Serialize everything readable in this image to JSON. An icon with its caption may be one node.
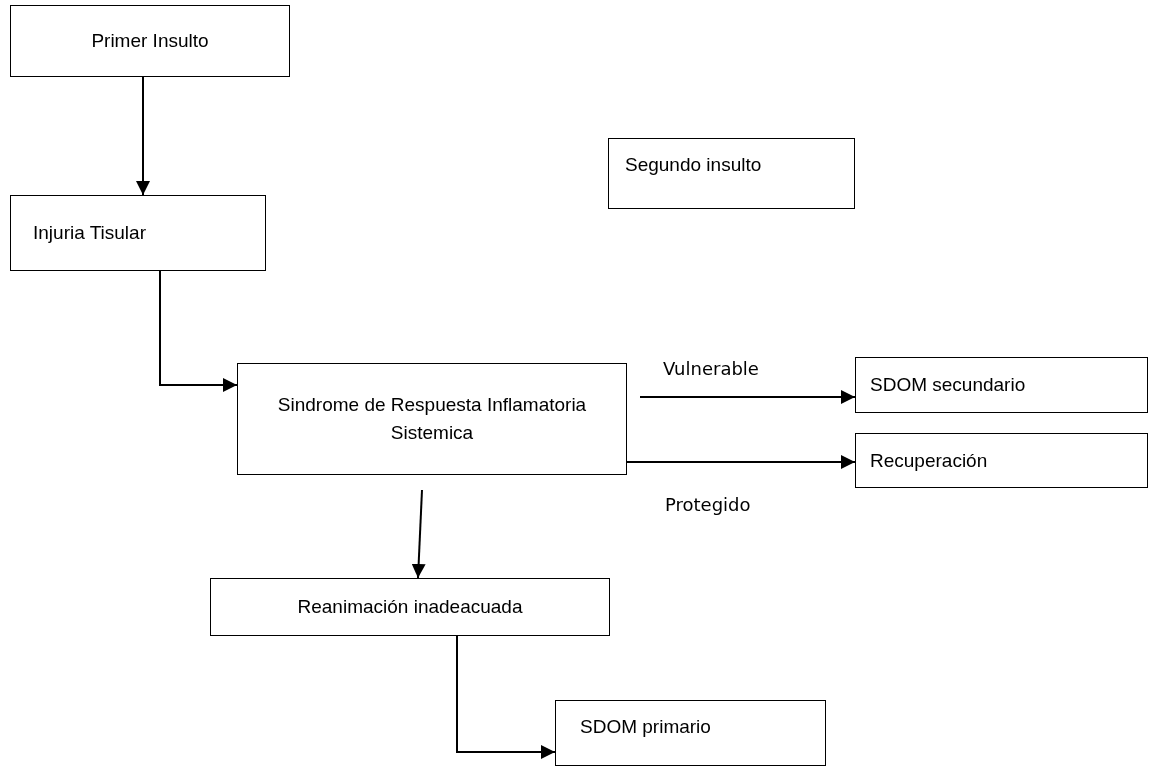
{
  "diagram": {
    "nodes": [
      {
        "text": [
          "Primer Insulto"
        ]
      },
      {
        "text": [
          "Injuria Tisular"
        ]
      },
      {
        "text": [
          "Segundo insulto"
        ]
      },
      {
        "text": [
          "Sindrome de Respuesta Inflamatoria Sistemica"
        ]
      },
      {
        "text": [
          "SDOM secundario"
        ]
      },
      {
        "text": [
          "Recuperación"
        ]
      },
      {
        "text": [
          "Reanimación inadeacuada"
        ]
      },
      {
        "text": [
          "SDOM primario"
        ]
      }
    ],
    "edges": [
      {
        "from": 0,
        "to": 1,
        "arrow": "to"
      },
      {
        "from": 1,
        "to": 3,
        "arrow": "to"
      },
      {
        "from": 3,
        "to": 4,
        "arrow": "to",
        "label": "Vulnerable"
      },
      {
        "from": 3,
        "to": 5,
        "arrow": "to",
        "label": "Protegido"
      },
      {
        "from": 3,
        "to": 6,
        "arrow": "to"
      },
      {
        "from": 6,
        "to": 7,
        "arrow": "to"
      }
    ]
  }
}
